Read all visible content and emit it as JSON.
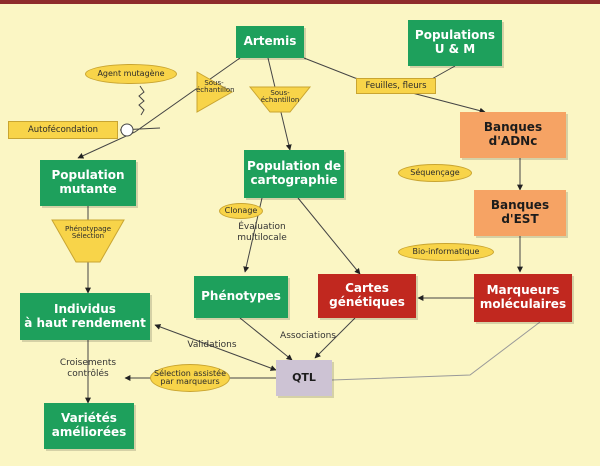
{
  "nodes": {
    "artemis": "Artemis",
    "populations_um": "Populations\nU & M",
    "population_mutante": "Population\nmutante",
    "population_cartographie": "Population de\ncartographie",
    "banques_adnc": "Banques\nd'ADNc",
    "banques_est": "Banques\nd'EST",
    "individus": "Individus\nà haut rendement",
    "phenotypes": "Phénotypes",
    "cartes_genetiques": "Cartes\ngénétiques",
    "marqueurs_moleculaires": "Marqueurs\nmoléculaires",
    "qtl": "QTL",
    "varietes": "Variétés\naméliorées"
  },
  "labels": {
    "agent_mutagene": "Agent mutagène",
    "autofecondation": "Autofécondation",
    "sous_echantillon_1": "Sous-\néchantillon",
    "sous_echantillon_2": "Sous-\néchantillon",
    "feuilles_fleurs": "Feuilles, fleurs",
    "sequencage": "Séquençage",
    "clonage": "Clonage",
    "bio_informatique": "Bio-informatique",
    "phenotypage": "Phénotypage\nSélection",
    "selection_assistee": "Sélection assistée\npar marqueurs"
  },
  "texts": {
    "evaluation": "Évaluation\nmultilocale",
    "associations": "Associations",
    "validations": "Validations",
    "croisements": "Croisements\ncontrôlés"
  },
  "colors": {
    "background": "#fbf6c4",
    "green": "#1ea05c",
    "orange": "#f6a364",
    "red": "#c1281f",
    "grey": "#cdc3d4",
    "yellow": "#f8d449"
  }
}
